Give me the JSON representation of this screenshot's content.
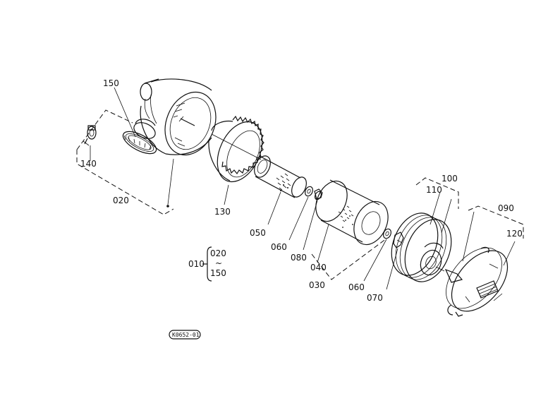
{
  "labels": {
    "p150": "150",
    "p140": "140",
    "p020": "020",
    "p130": "130",
    "p050": "050",
    "p060a": "060",
    "p080": "080",
    "p040": "040",
    "p030": "030",
    "p060b": "060",
    "p070": "070",
    "p100": "100",
    "p110": "110",
    "p090": "090",
    "p120": "120"
  },
  "legend": {
    "assembly": "010",
    "from": "020",
    "tilde": "~",
    "to": "150"
  },
  "drawing_code": "K0652-01",
  "colors": {
    "ink": "#111111",
    "paper": "#ffffff"
  }
}
